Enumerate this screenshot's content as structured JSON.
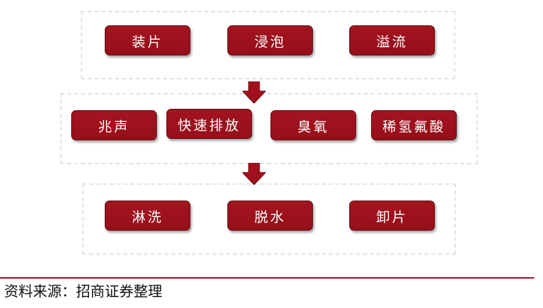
{
  "flow": {
    "stages": [
      {
        "steps": [
          "装片",
          "浸泡",
          "溢流"
        ]
      },
      {
        "steps": [
          "兆声",
          "快速排放",
          "臭氧",
          "稀氢氟酸"
        ]
      },
      {
        "steps": [
          "淋洗",
          "脱水",
          "卸片"
        ]
      }
    ],
    "colors": {
      "box_fill": "#9c111c",
      "box_border": "#5e0a10",
      "box_text": "#ffffff",
      "arrow": "#a0111d",
      "dashed_frame": "#e3e3e3",
      "rule": "#8e0e18"
    }
  },
  "footer": {
    "source": "资料来源：招商证券整理"
  }
}
